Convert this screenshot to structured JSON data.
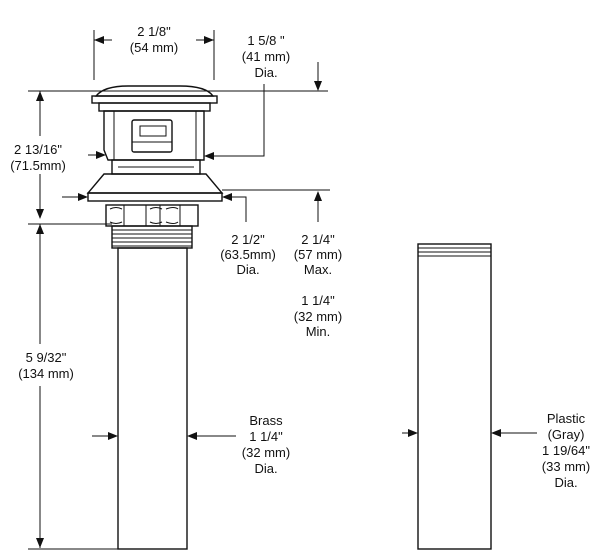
{
  "dimensions": {
    "top_width": {
      "line1": "2 1/8\"",
      "line2": "(54 mm)"
    },
    "cap_dia": {
      "line1": "1 5/8 \"",
      "line2": "(41 mm)",
      "line3": "Dia."
    },
    "body_height": {
      "line1": "2 13/16\"",
      "line2": "(71.5mm)"
    },
    "flange_dia": {
      "line1": "2 1/2\"",
      "line2": "(63.5mm)",
      "line3": "Dia."
    },
    "max_thickness": {
      "line1": "2 1/4\"",
      "line2": "(57 mm)",
      "line3": "Max."
    },
    "min_thickness": {
      "line1": "1 1/4\"",
      "line2": "(32 mm)",
      "line3": "Min."
    },
    "tailpiece_length": {
      "line1": "5 9/32\"",
      "line2": "(134 mm)"
    },
    "brass_tailpiece": {
      "line1": "Brass",
      "line2": "1 1/4\"",
      "line3": "(32 mm)",
      "line4": "Dia."
    },
    "plastic_tailpiece": {
      "line1": "Plastic",
      "line2": "(Gray)",
      "line3": "1 19/64\"",
      "line4": "(33 mm)",
      "line5": "Dia."
    }
  }
}
